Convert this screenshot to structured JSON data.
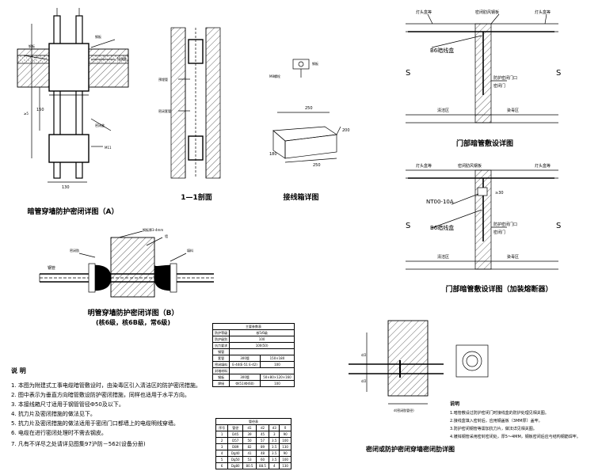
{
  "titles": {
    "pipe_wall_a": "暗管穿墙防护密闭详图（A）",
    "section_11": "1—1剖面",
    "junction_box": "接线箱详图",
    "door_frame_pipe": "门部暗管敷设详图",
    "door_frame_pipe_heater": "门部暗管敷设详图（加装熔断器）",
    "exposed_pipe_b": "明管穿墙防护密闭详图（B）",
    "exposed_pipe_b_sub": "(核6级，核6B级，常6级)",
    "seal_wall_detail": "密闭或防护密闭穿墙密闭肋详图"
  },
  "labels": {
    "door_light_left": "灯头盒等",
    "door_seal_plate": "密闭肋风钢板",
    "door_light_right": "灯头盒等",
    "door_b6": "B6暗线盒",
    "door_protect": "防护密闭门口",
    "door_seal": "密闭门",
    "door_clean": "清洁区",
    "door_dirty": "染毒区",
    "door2_light_left": "灯头盒等",
    "door2_seal_plate": "密闭肋风钢板",
    "door2_light_right": "灯头盒等",
    "door2_nt": "NT00-10A",
    "door2_b6": "B6暗线盒",
    "door2_protect": "防护密闭门口",
    "door2_seal": "密闭门",
    "door2_clean": "清洁区",
    "door2_dirty": "染毒区",
    "door2_dim": "≥30",
    "s_mark": "S",
    "pa_steel": "钢板",
    "pa_weld": "焊接",
    "pa_dim1": "≥5",
    "pa_dim2": "150",
    "pa_dim3": "130",
    "pa_note1": "钢板",
    "pa_note2": "接线盒",
    "pa_note3": "密闭盒",
    "pa_m1": "M11",
    "sec_a": "预埋管",
    "sec_b": "密闭套管",
    "jb_dim1": "250",
    "jb_dim2": "250",
    "jb_dim3": "200",
    "jb_dim4": "180",
    "jb_note": "钢板",
    "jb_bolt": "M8螺栓",
    "b_l1": "钢管",
    "b_l2": "密闭肋",
    "b_l3": "填料",
    "b_l4": "墙",
    "b_l5": "钢板厚3-4mm",
    "sw_dim": "d(密闭肋管径)",
    "sw_d2": "d/2",
    "sw_d3": "d/2"
  },
  "table1": {
    "title": "主要参数表",
    "rows": [
      [
        "防护等级",
        "核5/6级"
      ],
      [
        "防护级别",
        "100"
      ],
      [
        "抗力要求",
        "100(50)"
      ],
      [
        "钢管",
        ""
      ],
      [
        "套管",
        "300管",
        "150×180"
      ],
      [
        "密闭填料",
        "E-44(E-51 E-42)",
        "100"
      ],
      [
        "封堵材料",
        ""
      ],
      [
        "钢板",
        "300管",
        "50×80×120×160"
      ],
      [
        "焊接",
        "Ф(51)Ф(60)",
        "100"
      ]
    ]
  },
  "table2": {
    "title": "管径表",
    "headers": [
      "序号",
      "管径",
      "d1",
      "d2",
      "d3",
      "δ"
    ],
    "rows": [
      [
        "1",
        "D45",
        "39",
        "45",
        "3",
        "90"
      ],
      [
        "2",
        "D57",
        "50",
        "57",
        "3.5",
        "100"
      ],
      [
        "3",
        "D89",
        "82",
        "89",
        "3.5",
        "130"
      ],
      [
        "4",
        "Dg40",
        "41",
        "48",
        "3.5",
        "90"
      ],
      [
        "5",
        "Dg50",
        "53",
        "60",
        "3.5",
        "100"
      ],
      [
        "6",
        "Dg80",
        "80.5",
        "88.5",
        "4",
        "130"
      ]
    ]
  },
  "notes": {
    "title": "说  明",
    "items": [
      "1.    本图为附建式工事电缆暗管敷设时，由染毒区引入清洁区的防护密闭措施。",
      "2.    图中表示为垂直方向暗管敷设防护密闭措施，同样也适用于水平方向。",
      "3.    本接线箱尺寸适用于钢管管径Ф50及以下。",
      "4.    抗力片及密闭措施的做法见下。",
      "5.    抗力片及密闭措施的做法适用于密闭门口都墙上的电缆明线穿墙。",
      "6.    电缆在进行密闭处理时不需去钢皮。",
      "7.    凡有不详尽之处请详见图集97沪防－562(设备分册)"
    ]
  },
  "notes2": {
    "title": "说明",
    "items": [
      "1.暗管敷设过防护密闭门时接线盒的防护处理见相关图。",
      "2.接线盒填入密封后，应用钢盖板（3MM厚）盖牢。",
      "3.防护密闭钢管等需加抗力片，做法详见相关图。",
      "4.镀锌钢管采用密封密闭处，厚5～4MM，钢板密闭后应与结构钢筋焊牢。"
    ]
  }
}
